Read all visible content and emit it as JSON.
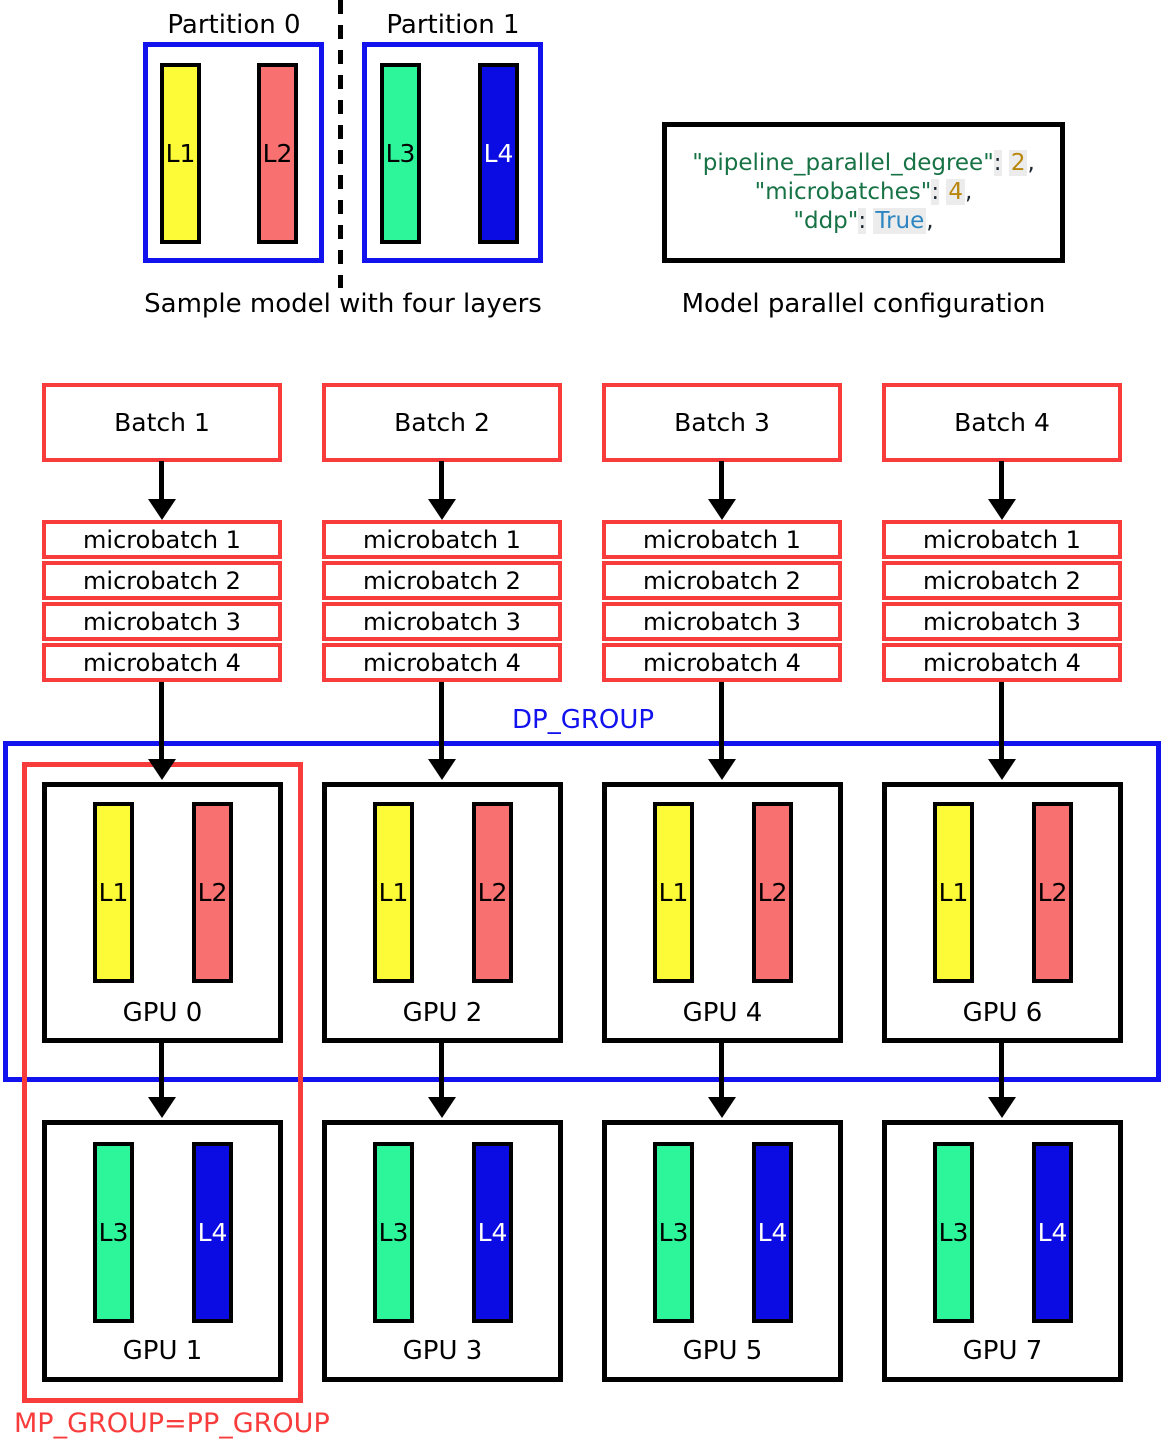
{
  "model": {
    "partition_labels": [
      "Partition 0",
      "Partition 1"
    ],
    "layers": [
      {
        "label": "L1",
        "color": "#fdfb38",
        "text": "#000000"
      },
      {
        "label": "L2",
        "color": "#f87070",
        "text": "#000000"
      },
      {
        "label": "L3",
        "color": "#2df59a",
        "text": "#000000"
      },
      {
        "label": "L4",
        "color": "#0b0be4",
        "text": "#ffffff"
      }
    ],
    "caption": "Sample model with four layers"
  },
  "config": {
    "caption": "Model parallel configuration",
    "entries": [
      {
        "key": "\"pipeline_parallel_degree\"",
        "colon": ":",
        "value": "2",
        "comma": ",",
        "value_color": "#b8860b"
      },
      {
        "key": "\"microbatches\"",
        "colon": ":",
        "value": "4",
        "comma": ",",
        "value_color": "#b8860b"
      },
      {
        "key": "\"ddp\"",
        "colon": ":",
        "value": "True",
        "comma": ",",
        "value_color": "#2e86c1"
      }
    ]
  },
  "columns": [
    {
      "batch": "Batch 1",
      "microbatches": [
        "microbatch 1",
        "microbatch 2",
        "microbatch 3",
        "microbatch 4"
      ],
      "gpu_top": "GPU 0",
      "gpu_bottom": "GPU 1"
    },
    {
      "batch": "Batch 2",
      "microbatches": [
        "microbatch 1",
        "microbatch 2",
        "microbatch 3",
        "microbatch 4"
      ],
      "gpu_top": "GPU 2",
      "gpu_bottom": "GPU 3"
    },
    {
      "batch": "Batch 3",
      "microbatches": [
        "microbatch 1",
        "microbatch 2",
        "microbatch 3",
        "microbatch 4"
      ],
      "gpu_top": "GPU 4",
      "gpu_bottom": "GPU 5"
    },
    {
      "batch": "Batch 4",
      "microbatches": [
        "microbatch 1",
        "microbatch 2",
        "microbatch 3",
        "microbatch 4"
      ],
      "gpu_top": "GPU 6",
      "gpu_bottom": "GPU 7"
    }
  ],
  "groups": {
    "dp_label": "DP_GROUP",
    "mp_label": "MP_GROUP=PP_GROUP"
  },
  "colors": {
    "red_border": "#f83b3b",
    "blue_border": "#1212ee",
    "black_border": "#000000",
    "key_green": "#177245",
    "number_gold": "#b8860b",
    "bool_blue": "#2e86c1",
    "punctuation": "#1b2631",
    "code_highlight": "#ececec"
  }
}
